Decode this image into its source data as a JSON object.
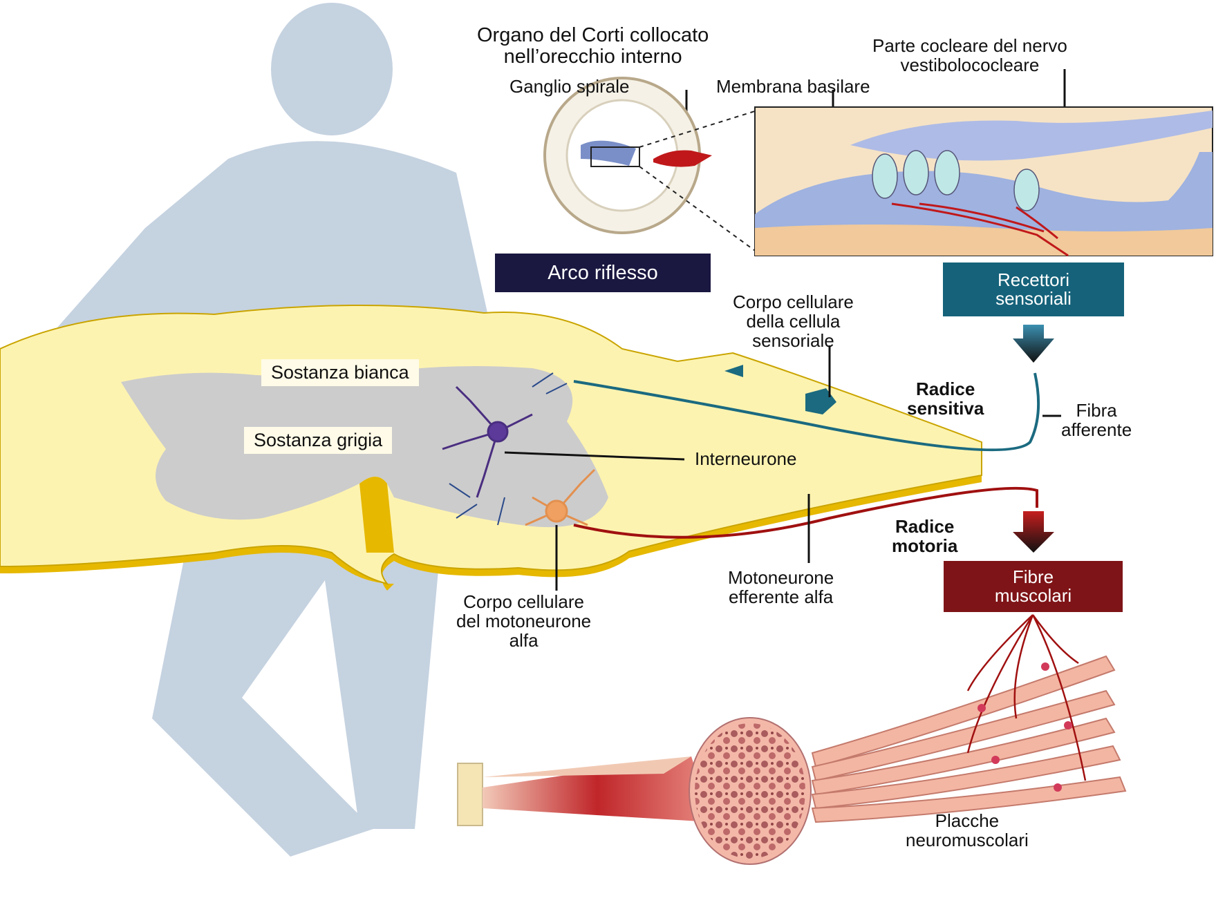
{
  "colors": {
    "background": "#ffffff",
    "silhouette": "#c5d2e0",
    "white_matter": "#fdf3b0",
    "white_matter_edge": "#e8b800",
    "grey_matter": "#cccccc",
    "sensory_box": "#15627a",
    "reflex_box": "#1a1840",
    "muscle_box": "#7e1417",
    "afferent_fiber": "#1b6a80",
    "efferent_fiber": "#a01010",
    "muscle": "#f3b6a2"
  },
  "title": {
    "line1": "Organo del Corti collocato",
    "line2": "nell’orecchio interno"
  },
  "labels": {
    "ganglio": "Ganglio spirale",
    "membrana": "Membrana basilare",
    "nervo_line1": "Parte cocleare del nervo",
    "nervo_line2": "vestibolococleare",
    "corpo_sens_line1": "Corpo cellulare",
    "corpo_sens_line2": "della cellula",
    "corpo_sens_line3": "sensoriale",
    "sostanza_bianca": "Sostanza bianca",
    "sostanza_grigia": "Sostanza grigia",
    "radice_sens_line1": "Radice",
    "radice_sens_line2": "sensitiva",
    "fibra_aff_line1": "Fibra",
    "fibra_aff_line2": "afferente",
    "interneurone": "Interneurone",
    "radice_mot_line1": "Radice",
    "radice_mot_line2": "motoria",
    "motoneurone_line1": "Motoneurone",
    "motoneurone_line2": "efferente alfa",
    "corpo_mot_line1": "Corpo cellulare",
    "corpo_mot_line2": "del motoneurone",
    "corpo_mot_line3": "alfa",
    "placche_line1": "Placche",
    "placche_line2": "neuromuscolari"
  },
  "boxes": {
    "arco": "Arco riflesso",
    "recettori_line1": "Recettori",
    "recettori_line2": "sensoriali",
    "fibre_line1": "Fibre",
    "fibre_line2": "muscolari"
  }
}
